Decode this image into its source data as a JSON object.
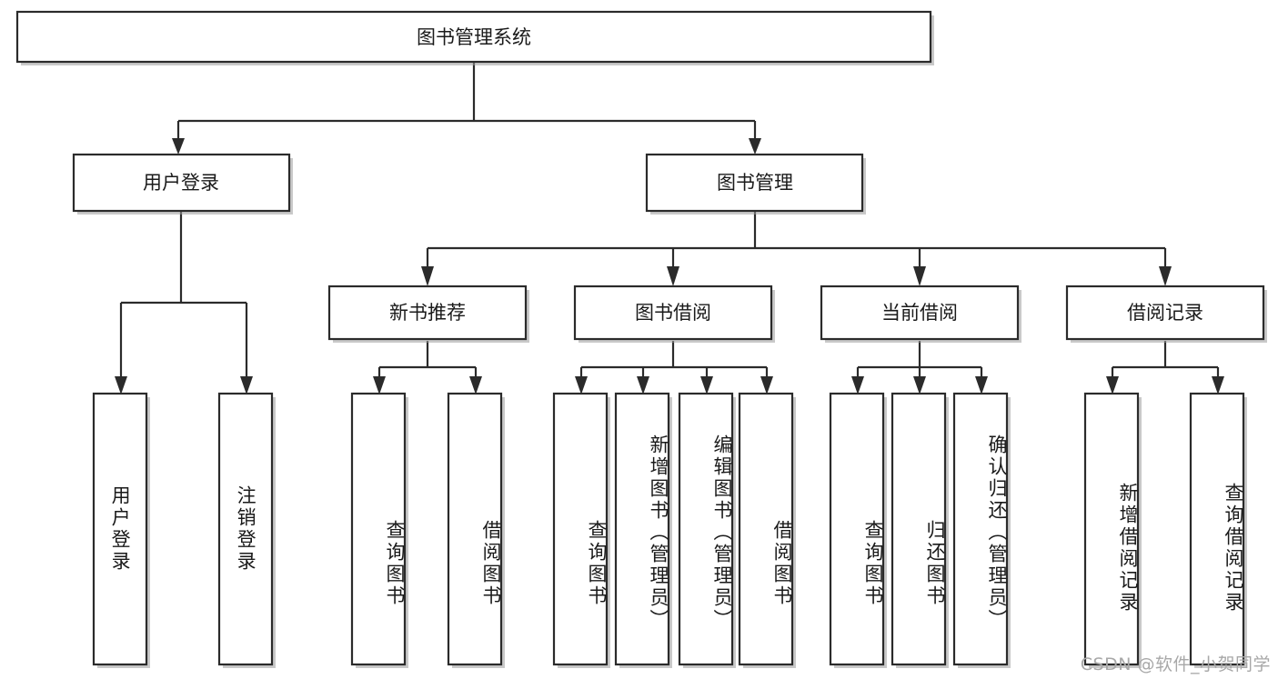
{
  "diagram": {
    "type": "tree",
    "title_node": {
      "label": "图书管理系统"
    },
    "watermark": "CSDN @软件_小贺同学",
    "colors": {
      "box_fill": "#ffffff",
      "box_stroke": "#2b2b2b",
      "connector": "#2b2b2b",
      "shadow": "#9c9c9c",
      "text": "#1a1a1a",
      "watermark": "#a8a8a8",
      "background": "#ffffff"
    },
    "levels": {
      "level1": [
        {
          "label": "用户登录"
        },
        {
          "label": "图书管理"
        }
      ],
      "level2": [
        {
          "label": "新书推荐"
        },
        {
          "label": "图书借阅"
        },
        {
          "label": "当前借阅"
        },
        {
          "label": "借阅记录"
        }
      ]
    },
    "leaves": {
      "user_login": [
        {
          "label": "用户登录"
        },
        {
          "label": "注销登录"
        }
      ],
      "new_book_recommend": [
        {
          "label": "查询图书"
        },
        {
          "label": "借阅图书"
        }
      ],
      "book_borrow": [
        {
          "label": "查询图书"
        },
        {
          "label": "新增图书（管理员）"
        },
        {
          "label": "编辑图书（管理员）"
        },
        {
          "label": "借阅图书"
        }
      ],
      "current_borrow": [
        {
          "label": "查询图书"
        },
        {
          "label": "归还图书"
        },
        {
          "label": "确认归还（管理员）"
        }
      ],
      "borrow_record": [
        {
          "label": "新增借阅记录"
        },
        {
          "label": "查询借阅记录"
        }
      ]
    }
  }
}
